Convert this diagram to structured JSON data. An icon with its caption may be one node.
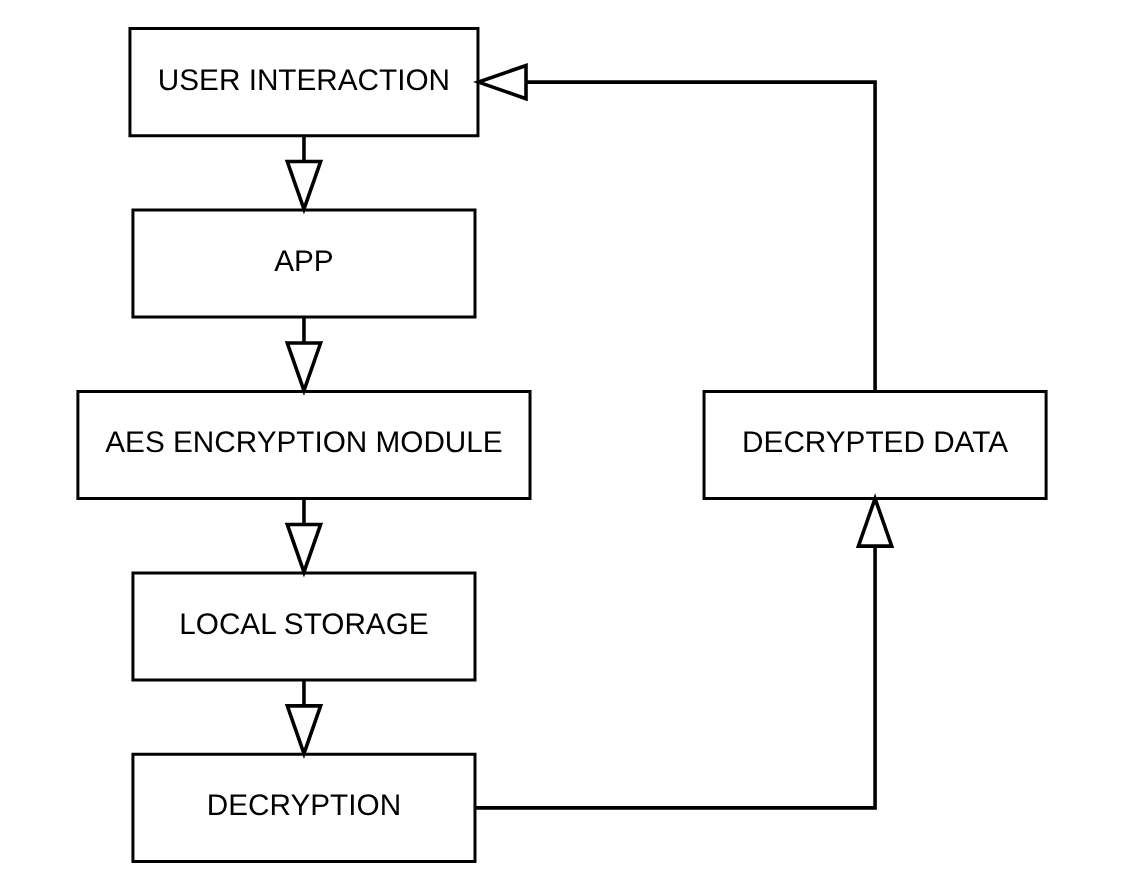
{
  "diagram": {
    "nodes": [
      {
        "text": [
          "USER INTERACTION"
        ]
      },
      {
        "text": [
          "APP"
        ]
      },
      {
        "text": [
          "AES ENCRYPTION MODULE"
        ]
      },
      {
        "text": [
          "LOCAL STORAGE"
        ]
      },
      {
        "text": [
          "DECRYPTION"
        ]
      },
      {
        "text": [
          "DECRYPTED DATA"
        ]
      }
    ],
    "edges": [
      {
        "from": 0,
        "to": 1,
        "arrow": "to"
      },
      {
        "from": 1,
        "to": 2,
        "arrow": "to"
      },
      {
        "from": 2,
        "to": 3,
        "arrow": "to"
      },
      {
        "from": 3,
        "to": 4,
        "arrow": "to"
      },
      {
        "from": 4,
        "to": 5,
        "arrow": "to"
      },
      {
        "from": 5,
        "to": 0,
        "arrow": "to"
      }
    ]
  }
}
